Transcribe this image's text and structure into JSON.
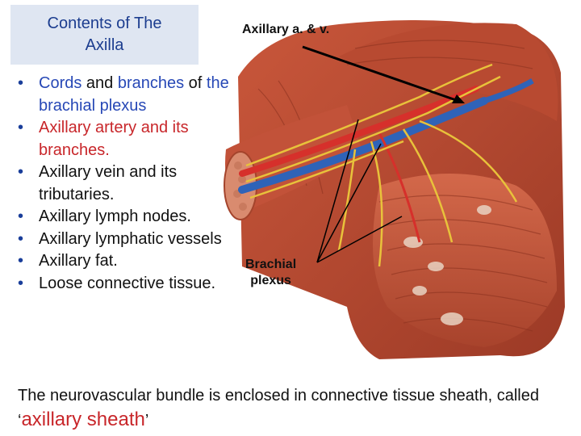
{
  "title": {
    "line1": "Contents of The",
    "line2": "Axilla"
  },
  "labels": {
    "top": "Axillary a. & v.",
    "middle_line1": "Brachial",
    "middle_line2": "plexus"
  },
  "bullets": {
    "item1": {
      "part1": "Cords",
      "part2": " and ",
      "part3": "branches",
      "part4": " of ",
      "part5": "the brachial plexus"
    },
    "item2": {
      "part1": "Axillary artery",
      "part2": " and its branches."
    },
    "item3": "Axillary vein and its tributaries.",
    "item4": "Axillary lymph nodes.",
    "item5": "Axillary lymphatic vessels",
    "item6": "Axillary fat.",
    "item7": "Loose connective tissue."
  },
  "footer": {
    "text": "The neurovascular bundle is enclosed in connective tissue sheath, called ‘",
    "term": "axillary sheath",
    "close": "’"
  },
  "bullet_glyph": "•",
  "colors": {
    "title": "#1c3d8f",
    "blue_text": "#2748b6",
    "red_text": "#c8262a",
    "muscle": "#b5452f",
    "artery": "#d6302b",
    "vein": "#2f63b8",
    "nerve": "#e8c23b"
  }
}
